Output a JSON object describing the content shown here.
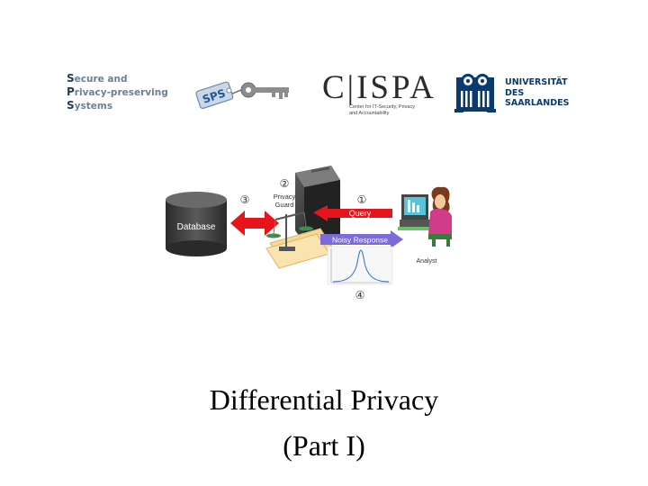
{
  "logos": {
    "sps": {
      "lines": [
        {
          "cap": "S",
          "rest": "ecure and"
        },
        {
          "cap": "P",
          "rest": "rivacy-preserving"
        },
        {
          "cap": "S",
          "rest": "ystems"
        }
      ],
      "tag": "SPS"
    },
    "cispa": {
      "word": "C|ISPA",
      "subtitle_1": "Center for IT-Security, Privacy",
      "subtitle_2": "and Accountability"
    },
    "university": {
      "line1": "UNIVERSITÄT",
      "line2": "DES",
      "line3": "SAARLANDES"
    }
  },
  "diagram": {
    "database_label": "Database",
    "step1": "①",
    "step2": "②",
    "step3": "③",
    "step4": "④",
    "privacy_guard_1": "Privacy",
    "privacy_guard_2": "Guard",
    "query_label": "Query",
    "response_label": "Noisy Response",
    "analyst_label": "Analyst",
    "colors": {
      "red_arrow": "#e8141b",
      "purple_arrow": "#7a6bd6"
    }
  },
  "slide": {
    "title_line1": "Differential Privacy",
    "title_line2": "(Part I)"
  }
}
